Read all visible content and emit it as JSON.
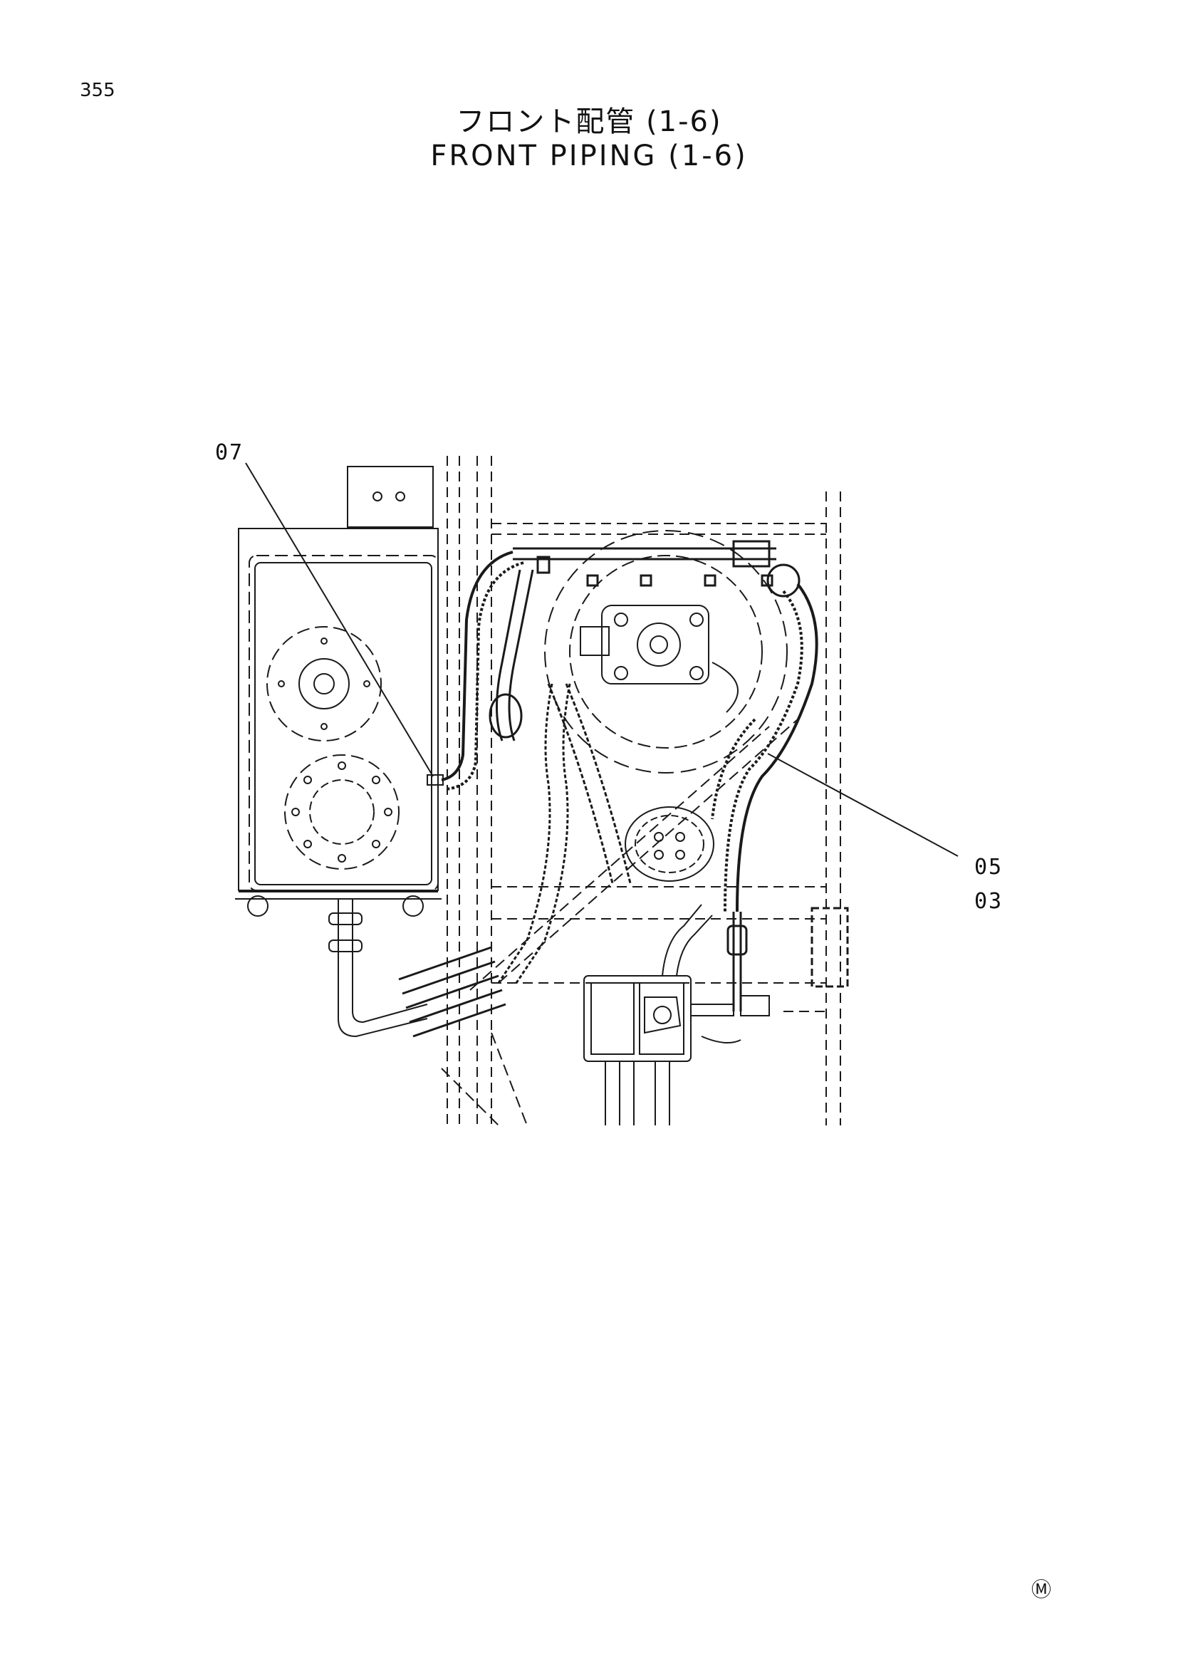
{
  "page": {
    "page_number": "355",
    "title_jp": "フロント配管 (1-6)",
    "title_en": "FRONT PIPING (1-6)",
    "mark": "Ⓜ"
  },
  "callouts": [
    {
      "id": "07"
    },
    {
      "id": "05"
    },
    {
      "id": "03"
    }
  ]
}
